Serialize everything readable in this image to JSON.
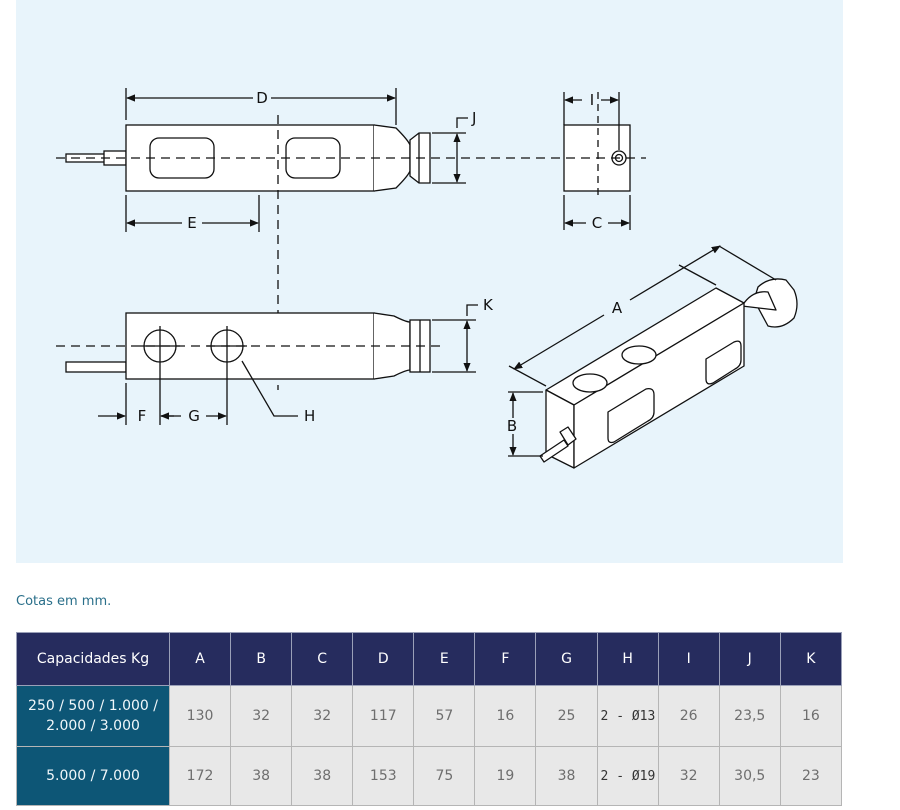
{
  "drawing": {
    "labels": {
      "A": "A",
      "B": "B",
      "C": "C",
      "D": "D",
      "E": "E",
      "F": "F",
      "G": "G",
      "H": "H",
      "I": "I",
      "J": "J",
      "K": "K"
    },
    "colors": {
      "background": "#e8f4fb",
      "line": "#111111",
      "body_fill": "#ffffff"
    }
  },
  "units_note": "Cotas em mm.",
  "table": {
    "headers": [
      "Capacidades Kg",
      "A",
      "B",
      "C",
      "D",
      "E",
      "F",
      "G",
      "H",
      "I",
      "J",
      "K"
    ],
    "rows": [
      {
        "capacity_line1": "250 / 500 / 1.000 /",
        "capacity_line2": "2.000 / 3.000",
        "values": [
          "130",
          "32",
          "32",
          "117",
          "57",
          "16",
          "25",
          "2 - Ø13",
          "26",
          "23,5",
          "16"
        ]
      },
      {
        "capacity_line1": "5.000 / 7.000",
        "capacity_line2": "",
        "values": [
          "172",
          "38",
          "38",
          "153",
          "75",
          "19",
          "38",
          "2 - Ø19",
          "32",
          "30,5",
          "23"
        ]
      }
    ],
    "colors": {
      "header_bg": "#262c5e",
      "capacity_bg": "#0d5676",
      "cell_bg": "#e8e8e8"
    }
  }
}
